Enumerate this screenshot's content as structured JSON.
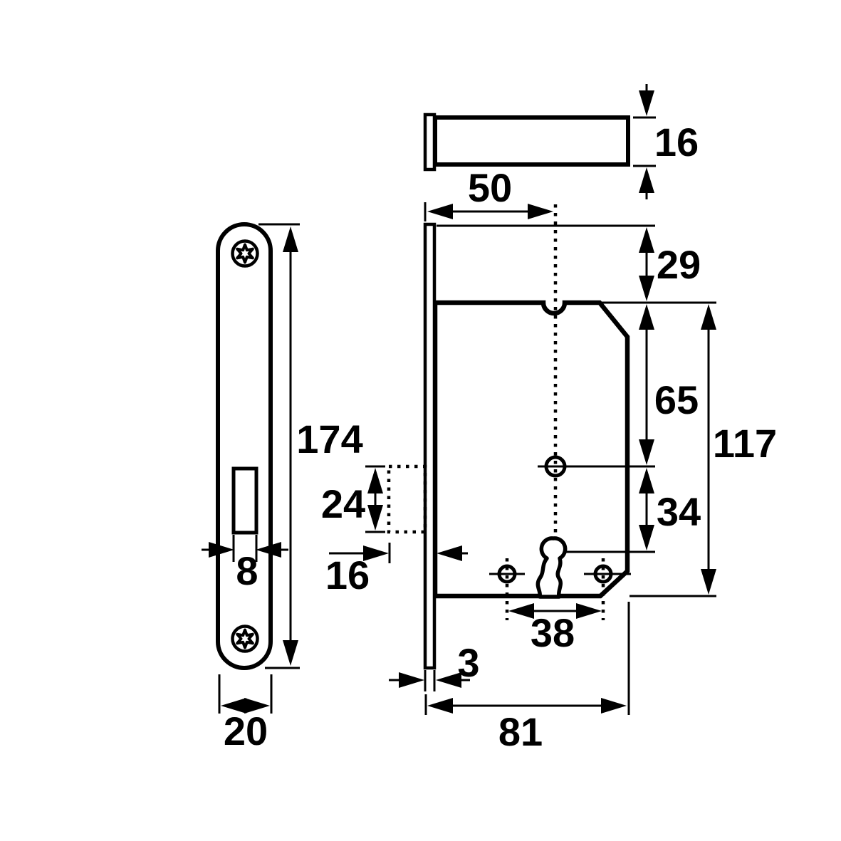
{
  "drawing": {
    "background": "#ffffff",
    "line_color": "#000000",
    "dimensions": {
      "faceplate_height": "174",
      "faceplate_cutout_width": "8",
      "faceplate_width": "20",
      "faceplate_thickness": "3",
      "case_thickness": "16",
      "backset": "50",
      "top_edge_to_case": "29",
      "case_top_to_follower": "65",
      "follower_to_keyhole": "34",
      "case_height": "117",
      "latch_pocket_height": "24",
      "latch_pocket_depth": "16",
      "case_depth": "81",
      "fixing_hole_spacing": "38"
    }
  }
}
